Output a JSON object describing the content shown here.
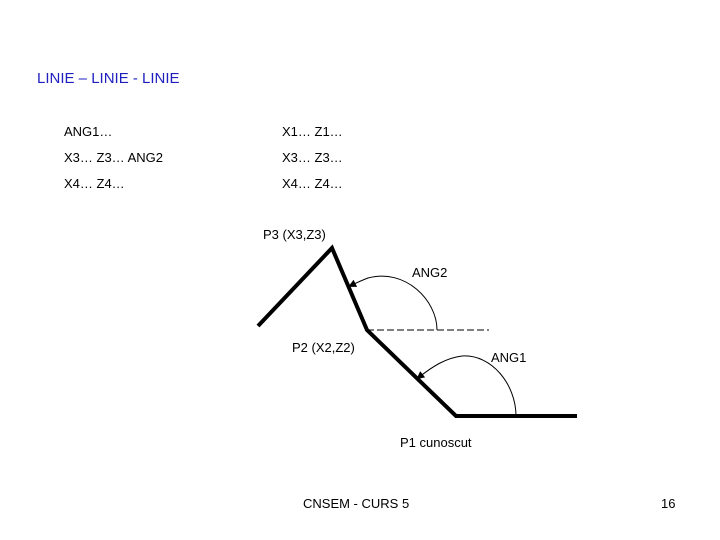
{
  "slide": {
    "title": "LINIE – LINIE - LINIE",
    "table": {
      "rows": [
        {
          "left": "ANG1…",
          "right": "X1… Z1…"
        },
        {
          "left": "X3… Z3… ANG2",
          "right": "X3… Z3…"
        },
        {
          "left": "X4… Z4…",
          "right": "X4… Z4…"
        }
      ]
    },
    "diagram": {
      "labels": {
        "p3": "P3 (X3,Z3)",
        "ang2": "ANG2",
        "p2": "P2 (X2,Z2)",
        "ang1": "ANG1",
        "p1": "P1 cunoscut"
      }
    },
    "footer": {
      "course": "CNSEM - CURS 5",
      "page_number": "16"
    }
  },
  "colors": {
    "title": "#1f1fbf",
    "line": "#000000"
  }
}
